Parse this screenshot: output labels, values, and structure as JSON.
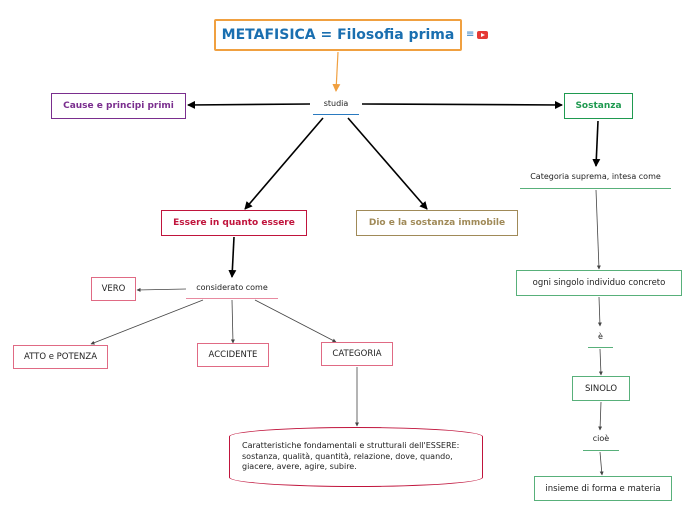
{
  "title": "METAFISICA = Filosofia prima",
  "icons": {
    "notes": "notes-icon",
    "video": "youtube-icon"
  },
  "nodes": {
    "studia": "studia",
    "cause": "Cause e principi primi",
    "sostanza": "Sostanza",
    "essere": "Essere in quanto essere",
    "dio": "Dio e la sostanza immobile",
    "considerato": "considerato come",
    "vero": "VERO",
    "atto": "ATTO e POTENZA",
    "accidente": "ACCIDENTE",
    "categoria": "CATEGORIA",
    "categoria_desc": "Caratteristiche fondamentali e strutturali dell'ESSERE: sostanza, qualità, quantità, relazione, dove, quando, giacere, avere, agire, subire.",
    "categoria_suprema": "Categoria suprema, intesa come",
    "individuo": "ogni singolo individuo concreto",
    "e": "è",
    "sinolo": "SINOLO",
    "cioe": "cioè",
    "forma_materia": "insieme di forma e materia"
  },
  "colors": {
    "title": "#1a6fb0",
    "purple": "#7a2e8e",
    "green": "#1f9a50",
    "crimson": "#c0143c",
    "olive": "#a08a58",
    "orange": "#f0a040"
  }
}
